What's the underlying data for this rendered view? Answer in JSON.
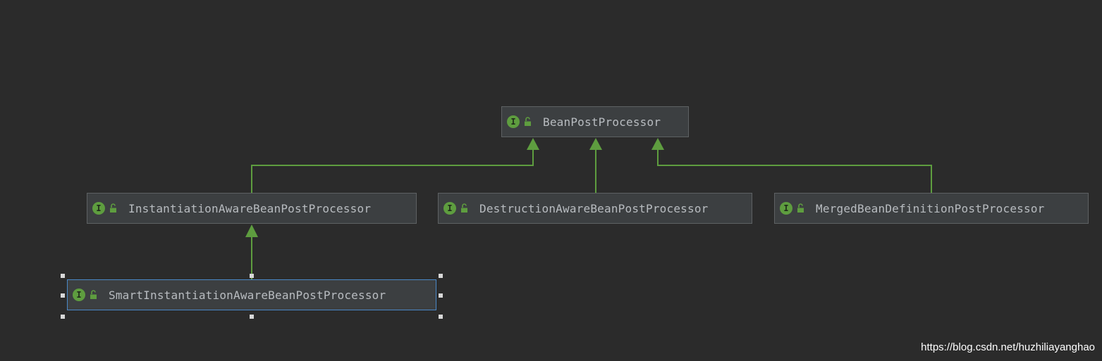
{
  "diagram": {
    "nodes": {
      "bean_post_processor": {
        "label": "BeanPostProcessor",
        "icon": "interface-icon",
        "icon_letter": "I"
      },
      "instantiation_aware": {
        "label": "InstantiationAwareBeanPostProcessor",
        "icon": "interface-icon",
        "icon_letter": "I"
      },
      "destruction_aware": {
        "label": "DestructionAwareBeanPostProcessor",
        "icon": "interface-icon",
        "icon_letter": "I"
      },
      "merged_bean_definition": {
        "label": "MergedBeanDefinitionPostProcessor",
        "icon": "interface-icon",
        "icon_letter": "I"
      },
      "smart_instantiation_aware": {
        "label": "SmartInstantiationAwareBeanPostProcessor",
        "icon": "interface-icon",
        "icon_letter": "I",
        "selected": true
      }
    },
    "edges": [
      {
        "from": "instantiation_aware",
        "to": "bean_post_processor",
        "kind": "extends"
      },
      {
        "from": "destruction_aware",
        "to": "bean_post_processor",
        "kind": "extends"
      },
      {
        "from": "merged_bean_definition",
        "to": "bean_post_processor",
        "kind": "extends"
      },
      {
        "from": "smart_instantiation_aware",
        "to": "instantiation_aware",
        "kind": "extends"
      }
    ]
  },
  "colors": {
    "background": "#2b2b2b",
    "node_fill": "#3c3f41",
    "node_border": "#5e6163",
    "selected_border": "#4a88c7",
    "edge": "#5e9d3f",
    "interface_icon": "#5e9d3f",
    "label_text": "#b8bcc0"
  },
  "watermark": "https://blog.csdn.net/huzhiliayanghao"
}
